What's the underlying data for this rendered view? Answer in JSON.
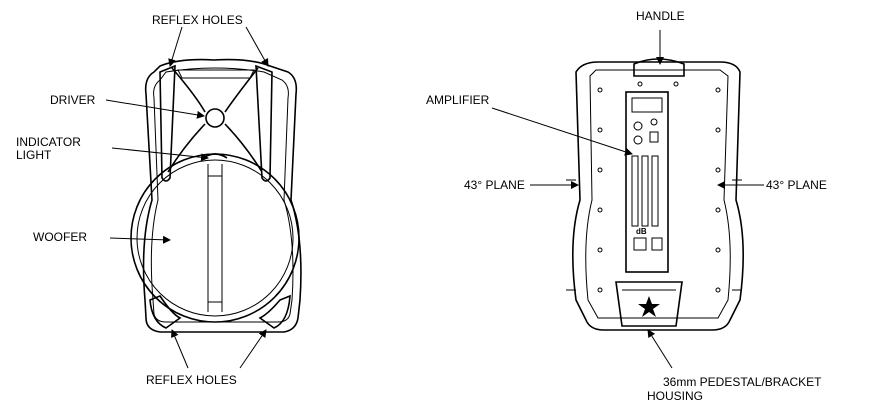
{
  "labels": {
    "reflex_holes_top": "REFLEX HOLES",
    "driver": "DRIVER",
    "indicator_light_1": "INDICATOR",
    "indicator_light_2": "LIGHT",
    "woofer": "WOOFER",
    "reflex_holes_bottom": "REFLEX HOLES",
    "handle": "HANDLE",
    "amplifier": "AMPLIFIER",
    "plane_left": "43° PLANE",
    "plane_right": "43° PLANE",
    "pedestal_1": "36mm PEDESTAL/BRACKET",
    "pedestal_2": "HOUSING"
  },
  "panel_logo": "dB"
}
